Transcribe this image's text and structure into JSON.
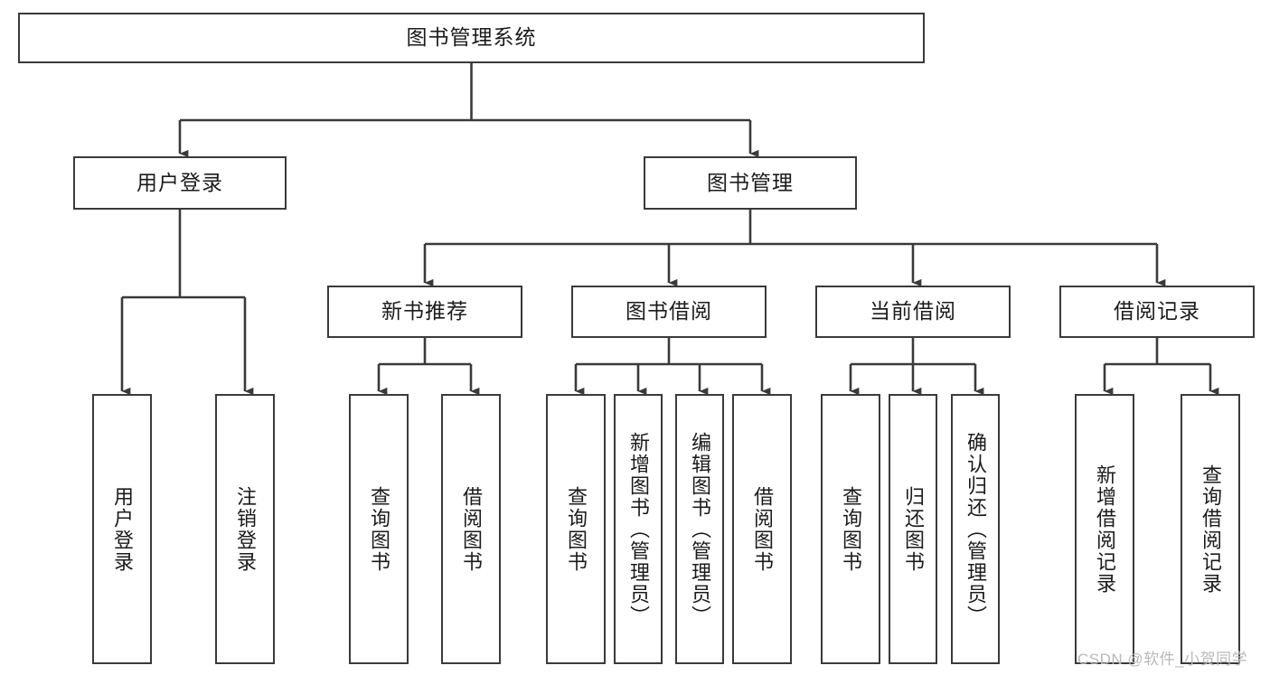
{
  "diagram": {
    "type": "tree-hierarchy-chart",
    "title": "图书管理系统",
    "background_color": "#ffffff",
    "box_border_color": "#3a3a3a",
    "connector_color": "#3a3a3a",
    "text_color": "#1b1b1b"
  },
  "root": {
    "label": "图书管理系统"
  },
  "level2": [
    {
      "label": "用户登录"
    },
    {
      "label": "图书管理"
    }
  ],
  "level3": [
    {
      "label": "新书推荐"
    },
    {
      "label": "图书借阅"
    },
    {
      "label": "当前借阅"
    },
    {
      "label": "借阅记录"
    }
  ],
  "leaves": {
    "user_login": [
      {
        "label": "用户登录"
      },
      {
        "label": "注销登录"
      }
    ],
    "new_book_recommend": [
      {
        "label": "查询图书"
      },
      {
        "label": "借阅图书"
      }
    ],
    "book_borrow": [
      {
        "label": "查询图书"
      },
      {
        "label": "新增图书（管理员）"
      },
      {
        "label": "编辑图书（管理员）"
      },
      {
        "label": "借阅图书"
      }
    ],
    "current_borrow": [
      {
        "label": "查询图书"
      },
      {
        "label": "归还图书"
      },
      {
        "label": "确认归还（管理员）"
      }
    ],
    "borrow_record": [
      {
        "label": "新增借阅记录"
      },
      {
        "label": "查询借阅记录"
      }
    ]
  },
  "watermark": {
    "text": "CSDN @软件_小贺同学"
  }
}
